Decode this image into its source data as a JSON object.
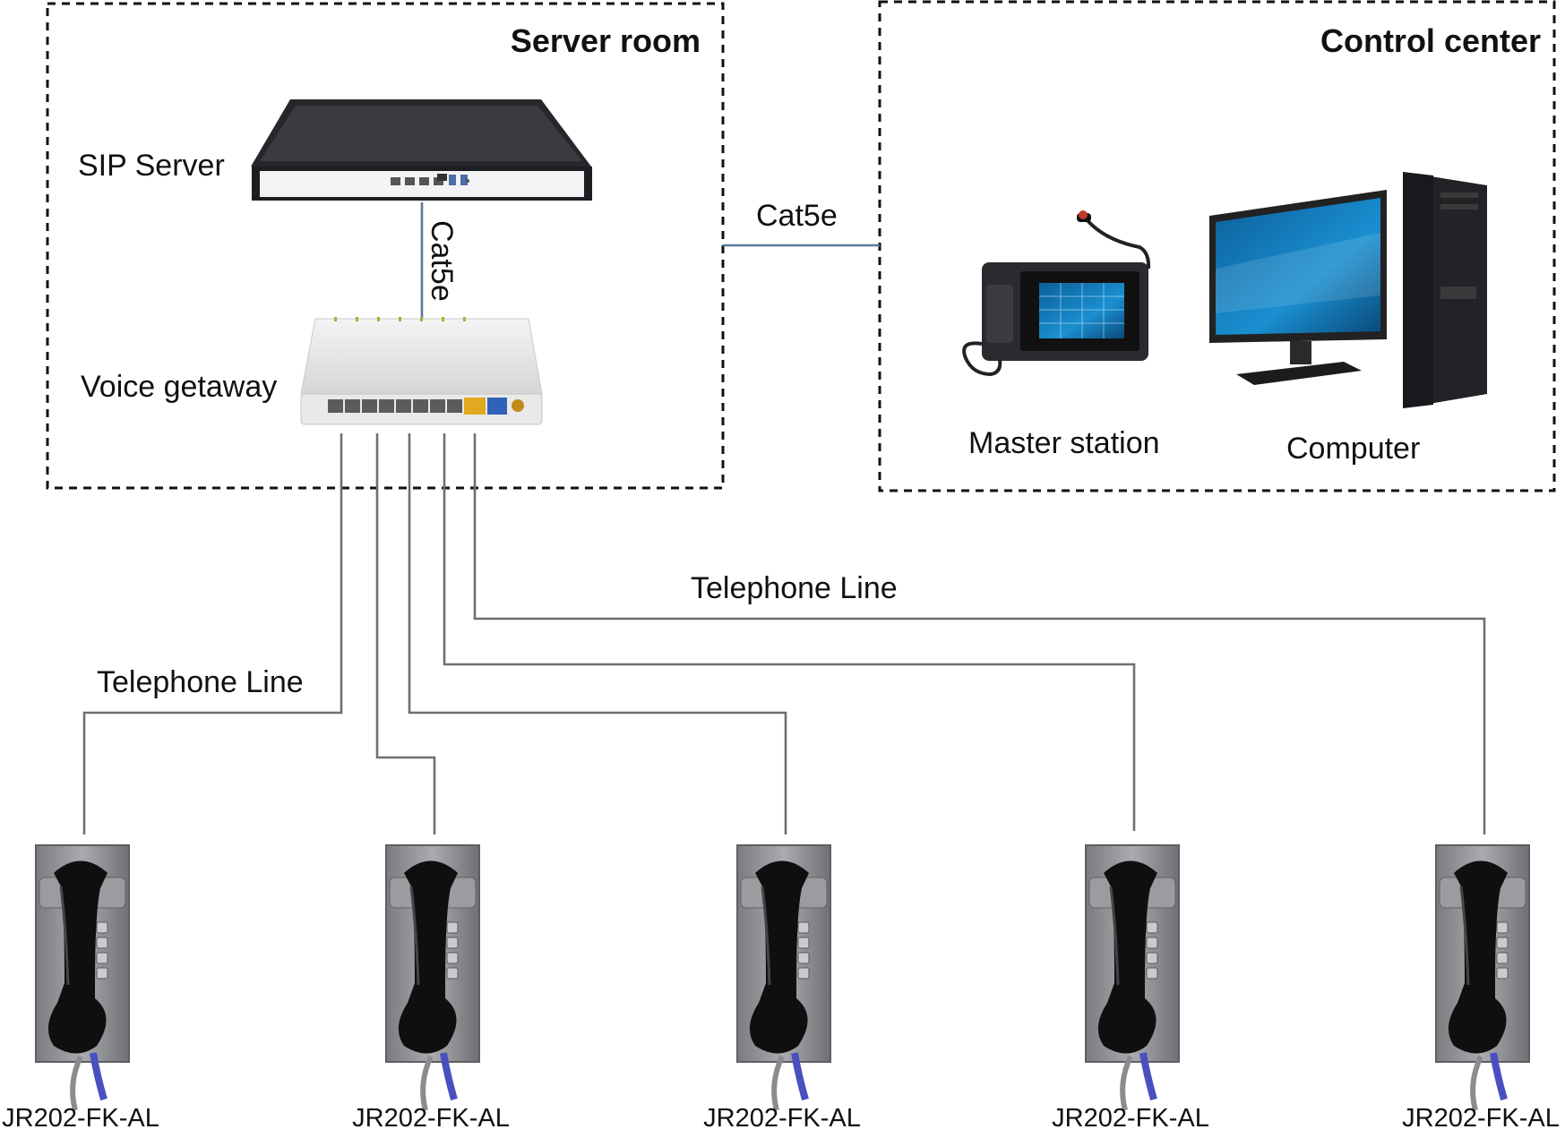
{
  "zones": {
    "server_room": "Server room",
    "control_center": "Control center"
  },
  "devices": {
    "sip_server": "SIP Server",
    "voice_gateway": "Voice getaway",
    "master_station": "Master station",
    "computer": "Computer"
  },
  "links": {
    "cat5e_vertical": "Cat5e",
    "cat5e_horizontal": "Cat5e",
    "telephone_line_left": "Telephone Line",
    "telephone_line_right": "Telephone Line"
  },
  "phones": [
    {
      "model": "JR202-FK-AL"
    },
    {
      "model": "JR202-FK-AL"
    },
    {
      "model": "JR202-FK-AL"
    },
    {
      "model": "JR202-FK-AL"
    },
    {
      "model": "JR202-FK-AL"
    }
  ],
  "colors": {
    "ethernet_line": "#5a7a9a",
    "telephone_line": "#6f6f6f",
    "zone_border": "#111111"
  }
}
